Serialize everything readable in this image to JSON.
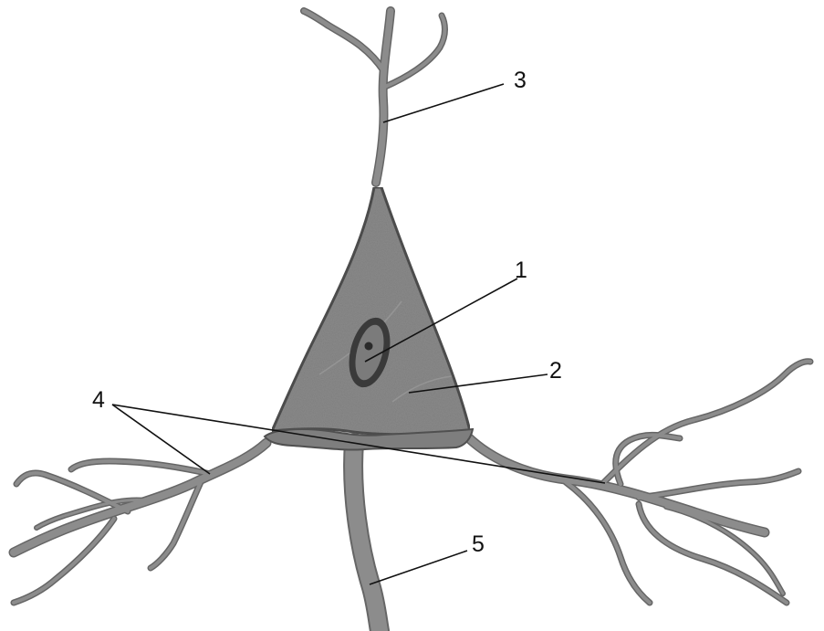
{
  "diagram": {
    "labels": {
      "nucleus": "1",
      "cytoplasm": "2",
      "apical_dendrite": "3",
      "dendrites": "4",
      "axon": "5"
    },
    "colors": {
      "background": "#ffffff",
      "soma_fill": "#8a8a8a",
      "outline": "#4f4f4f",
      "process_stroke": "#8c8c8c",
      "process_edge": "#666666",
      "nucleus_ring": "#3a3a3a",
      "nucleus_fill": "#7b7b7b",
      "leader_lines": "#111111"
    }
  }
}
